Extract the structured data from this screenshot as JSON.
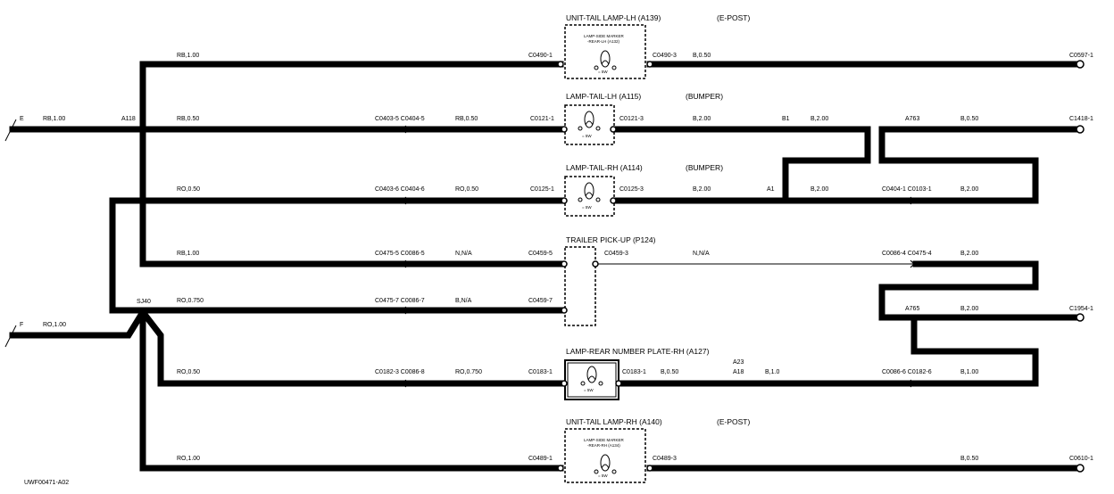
{
  "diagram": {
    "components": {
      "tail_lh_epost": {
        "title": "UNIT-TAIL LAMP-LH (A139)",
        "location": "(E-POST)",
        "inner": "LAMP-SIDE MARKER -REAR-LH (A132)",
        "tag": "= 5W"
      },
      "lamp_tail_lh": {
        "title": "LAMP-TAIL-LH (A115)",
        "location": "(BUMPER)",
        "tag": "= 5W"
      },
      "lamp_tail_rh": {
        "title": "LAMP-TAIL-RH (A114)",
        "location": "(BUMPER)",
        "tag": "= 5W"
      },
      "trailer": {
        "title": "TRAILER PICK-UP (P124)"
      },
      "number_plate": {
        "title": "LAMP-REAR NUMBER PLATE-RH (A127)",
        "tag": "= 5W"
      },
      "tail_rh_epost": {
        "title": "UNIT-TAIL LAMP-RH (A140)",
        "location": "(E-POST)",
        "inner": "LAMP-SIDE MARKER -REAR-RH (A134)",
        "tag": "= 5W"
      }
    },
    "inputs": {
      "e": "E",
      "e_wire": "RB,1.00",
      "f": "F",
      "f_wire": "RO,1.00"
    },
    "splices": {
      "a118": "A118",
      "sj40": "SJ40",
      "b1": "B1",
      "a1": "A1",
      "a763": "A763",
      "a765": "A765",
      "a23": "A23",
      "a18": "A18"
    },
    "row1": {
      "w1": "RB,1.00",
      "c1": "C0490-1",
      "c2": "C0490-3",
      "w2": "B,0.50",
      "end": "C0597-1"
    },
    "row2": {
      "w1": "RB,0.50",
      "c1": "C0403-5 C0404-5",
      "w2": "RB,0.50",
      "c2": "C0121-1",
      "c3": "C0121-3",
      "w3": "B,2.00",
      "w4": "B,2.00",
      "w5": "B,0.50",
      "end": "C1418-1"
    },
    "row3": {
      "w1": "RO,0.50",
      "c1": "C0403-6 C0404-6",
      "w2": "RO,0.50",
      "c2": "C0125-1",
      "c3": "C0125-3",
      "w3": "B,2.00",
      "w4": "B,2.00",
      "c4": "C0404-1 C0103-1",
      "w5": "B,2.00"
    },
    "row4": {
      "w1": "RB,1.00",
      "c1": "C0475-5 C0086-5",
      "w2": "N,N/A",
      "c2": "C0459-5",
      "c3": "C0459-3",
      "w3": "N,N/A",
      "c4": "C0086-4 C0475-4",
      "w4": "B,2.00"
    },
    "row5": {
      "w1": "RO,0.750",
      "c1": "C0475-7 C0086-7",
      "w2": "B,N/A",
      "c2": "C0459-7",
      "w3": "B,2.00",
      "end": "C1954-1"
    },
    "row6": {
      "w1": "RO,0.50",
      "c1": "C0182-3 C0086-8",
      "w2": "RO,0.750",
      "c2": "C0183-1",
      "c3": "C0183-1",
      "w3": "B,0.50",
      "w4": "B,1.0",
      "c4": "C0086-6 C0182-6",
      "w5": "B,1.00"
    },
    "row7": {
      "w1": "RO,1.00",
      "c1": "C0489-1",
      "c2": "C0489-3",
      "w2": "B,0.50",
      "end": "C0610-1"
    },
    "figure_id": "UWF00471-A02"
  }
}
